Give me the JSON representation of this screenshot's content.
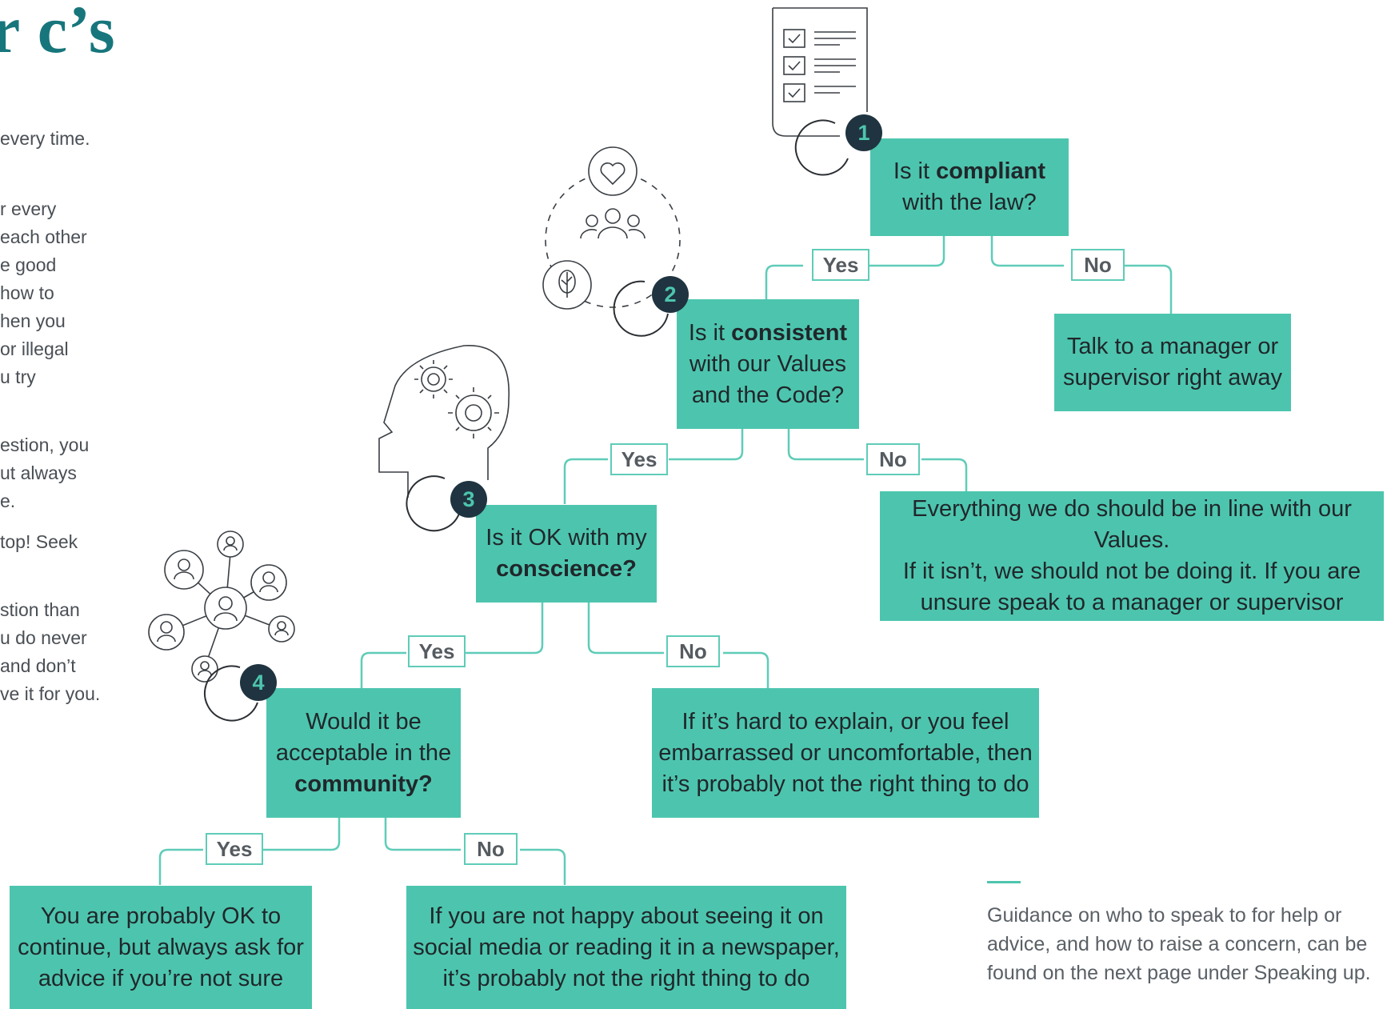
{
  "title": "r c’s",
  "side_text": [
    "every time.",
    "r every",
    "each other",
    "e good",
    "how to",
    "hen you",
    "or illegal",
    "u try",
    "estion, you",
    "ut always",
    "e.",
    "top! Seek",
    "stion than",
    "u do never",
    " and don’t",
    "ve it for you."
  ],
  "q1": {
    "num": "1",
    "pre": "Is it ",
    "bold": "compliant",
    "post": "with the law?"
  },
  "q2": {
    "num": "2",
    "pre": "Is it ",
    "bold": "consistent",
    "post1": "with our Values",
    "post2": "and the Code?"
  },
  "q3": {
    "num": "3",
    "line1": "Is it OK with my",
    "bold": "conscience?"
  },
  "q4": {
    "num": "4",
    "line1": "Would it be",
    "line2": "acceptable in the",
    "bold": "community?"
  },
  "labels": {
    "yes": "Yes",
    "no": "No"
  },
  "outcomes": {
    "a1_no": [
      "Talk to a manager or",
      "supervisor right away"
    ],
    "a2_no": [
      "Everything we do should be in line with our Values.",
      "If it isn’t, we should not be doing it. If you are",
      "unsure speak to a manager or supervisor"
    ],
    "a3_no": [
      "If it’s hard to explain, or you feel",
      "embarrassed or uncomfortable, then",
      "it’s probably not the right thing to do"
    ],
    "a4_yes": [
      "You are probably OK to",
      "continue, but always ask for",
      "advice if you’re not sure"
    ],
    "a4_no": [
      "If you are not happy about seeing it on",
      "social media or reading it in a newspaper,",
      "it’s probably not the right thing to do"
    ]
  },
  "guidance": "Guidance on who to speak to for help or advice, and how to raise a concern, can be found on the next page under Speaking up.",
  "colors": {
    "teal": "#4dc5ae",
    "title_teal": "#17767c",
    "badge": "#1f3440",
    "line": "#5fccb8"
  },
  "icons": [
    "checklist-icon",
    "values-icon",
    "head-gears-icon",
    "community-network-icon"
  ]
}
